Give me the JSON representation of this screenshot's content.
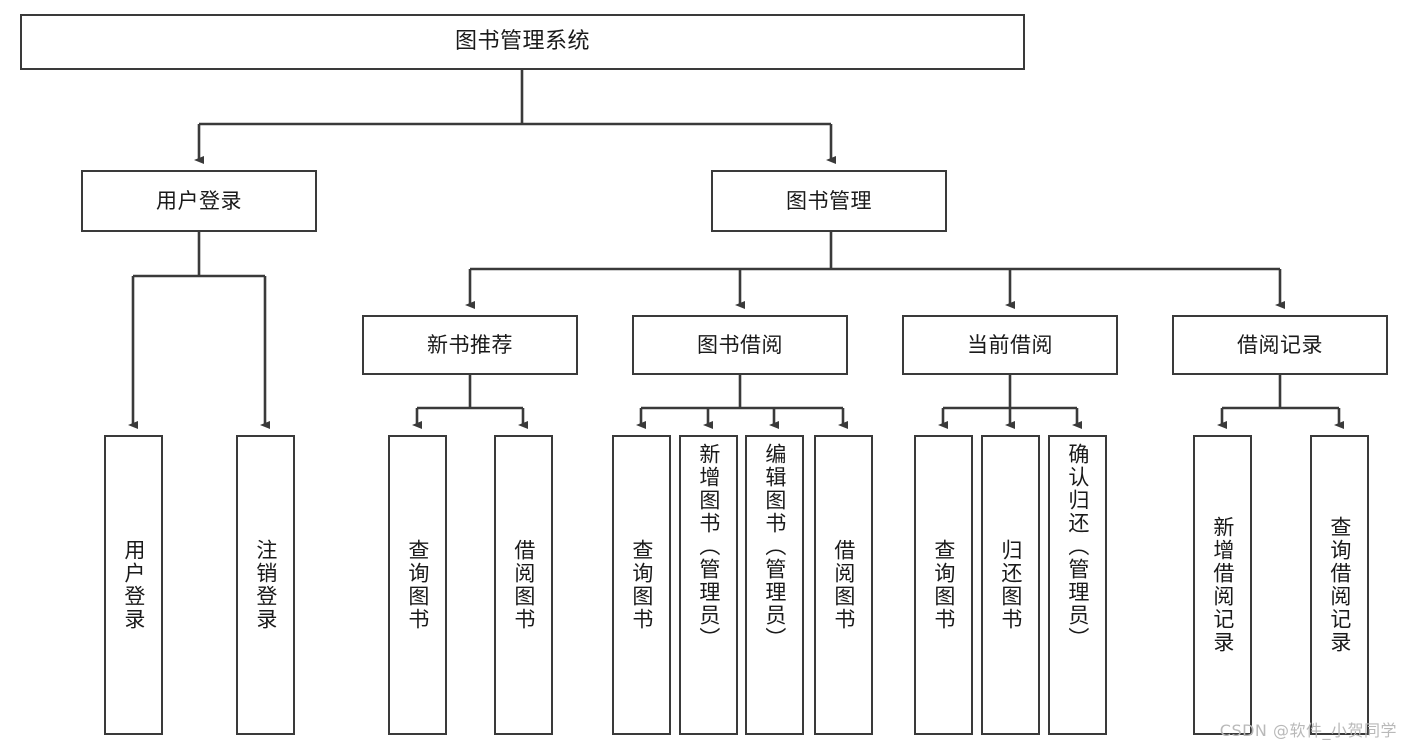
{
  "diagram": {
    "type": "tree-hierarchy-chart",
    "title": "图书管理系统",
    "watermark": "CSDN @软件_小贺同学",
    "colors": {
      "box_border": "#3a3a3a",
      "box_fill": "#ffffff",
      "connector": "#3a3a3a",
      "text": "#1a1a1a",
      "watermark": "#b9b9b9",
      "background": "#ffffff"
    },
    "root": {
      "label": "图书管理系统"
    },
    "level2": [
      {
        "id": "user-login",
        "label": "用户登录"
      },
      {
        "id": "book-manage",
        "label": "图书管理"
      }
    ],
    "level3": [
      {
        "id": "new-book-recommend",
        "label": "新书推荐"
      },
      {
        "id": "book-borrow",
        "label": "图书借阅"
      },
      {
        "id": "current-borrow",
        "label": "当前借阅"
      },
      {
        "id": "borrow-record",
        "label": "借阅记录"
      }
    ],
    "leaves": {
      "user_login": [
        {
          "id": "leaf-user-login",
          "label": "用户登录"
        },
        {
          "id": "leaf-logout-login",
          "label": "注销登录"
        }
      ],
      "new_book_recommend": [
        {
          "id": "leaf-query-book-1",
          "label": "查询图书"
        },
        {
          "id": "leaf-borrow-book-1",
          "label": "借阅图书"
        }
      ],
      "book_borrow": [
        {
          "id": "leaf-query-book-2",
          "label": "查询图书"
        },
        {
          "id": "leaf-add-book",
          "label": "新增图书（管理员）"
        },
        {
          "id": "leaf-edit-book",
          "label": "编辑图书（管理员）"
        },
        {
          "id": "leaf-borrow-book-2",
          "label": "借阅图书"
        }
      ],
      "current_borrow": [
        {
          "id": "leaf-query-book-3",
          "label": "查询图书"
        },
        {
          "id": "leaf-return-book",
          "label": "归还图书"
        },
        {
          "id": "leaf-confirm-return",
          "label": "确认归还（管理员）"
        }
      ],
      "borrow_record": [
        {
          "id": "leaf-add-borrow-record",
          "label": "新增借阅记录"
        },
        {
          "id": "leaf-query-borrow-record",
          "label": "查询借阅记录"
        }
      ]
    }
  }
}
